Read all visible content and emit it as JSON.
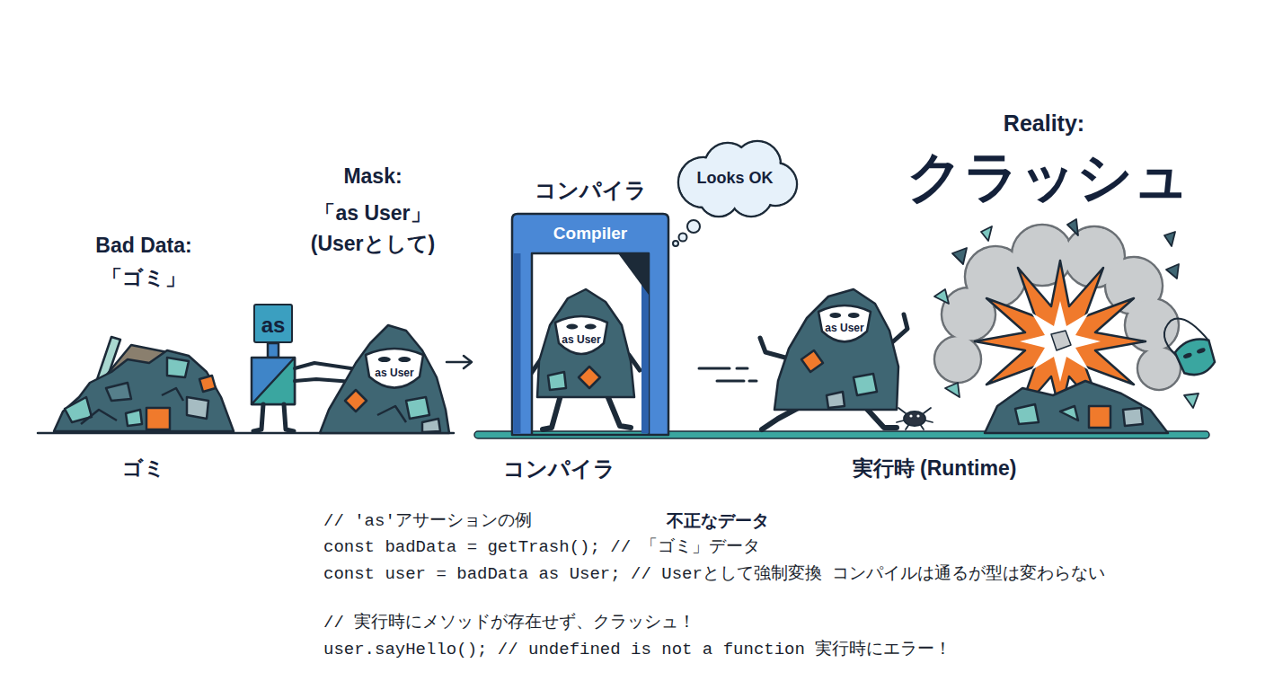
{
  "diagram": {
    "nodes": [
      {
        "text": [
          "as"
        ]
      },
      {
        "text": [
          "as User"
        ]
      },
      {
        "text": [
          "コンパイラ",
          "Compiler"
        ]
      },
      {
        "text": [
          "as User"
        ],
        "in": 2
      },
      {
        "text": [
          "Looks OK"
        ]
      },
      {
        "text": [
          "as User"
        ]
      }
    ],
    "labels": [
      "Bad Data:",
      "「ゴミ」",
      "Mask:",
      "「as User」",
      "(Userとして)",
      "Reality:",
      "クラッシュ",
      "ゴミ",
      "コンパイラ",
      "実行時 (Runtime)",
      "// 'as'アサーションの例",
      "不正なデータ",
      "const badData = getTrash(); // 「ゴミ」データ",
      "const user = badData as User; // Userとして強制変換 コンパイルは通るが型は変わらない",
      "// 実行時にメソッドが存在せず、クラッシュ！",
      "user.sayHello(); // undefined is not a function 実行時にエラー！"
    ]
  }
}
